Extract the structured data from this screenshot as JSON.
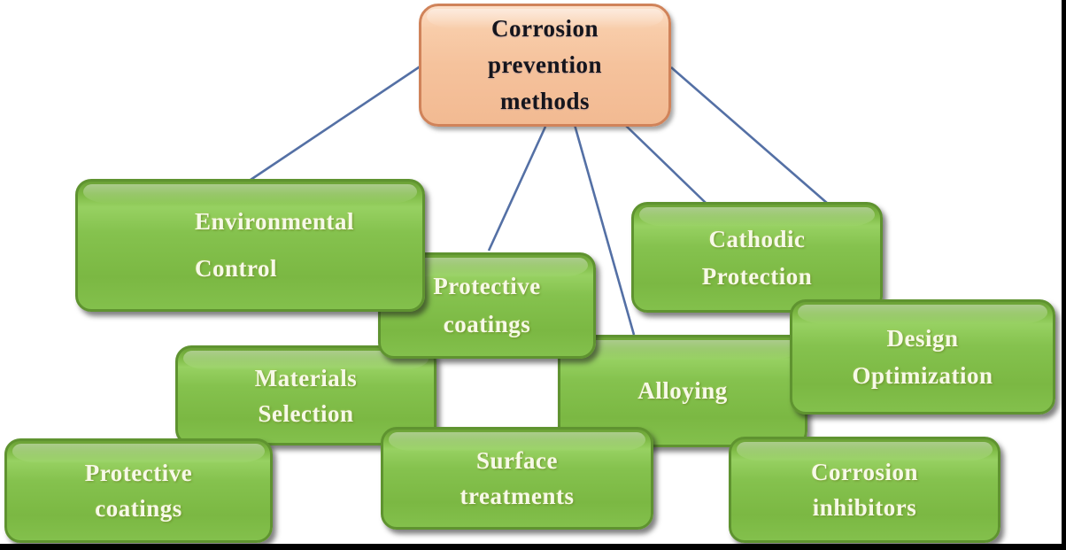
{
  "diagram": {
    "title": "Corrosion prevention methods",
    "root": {
      "id": "corrosion-prevention-methods",
      "lines": [
        "Corrosion",
        "prevention",
        "methods"
      ]
    },
    "nodes": [
      {
        "id": "environmental-control",
        "lines": [
          "Environmental",
          "Control"
        ]
      },
      {
        "id": "protective-coatings-upper",
        "lines": [
          "Protective",
          "coatings"
        ]
      },
      {
        "id": "cathodic-protection",
        "lines": [
          "Cathodic",
          "Protection"
        ]
      },
      {
        "id": "design-optimization",
        "lines": [
          "Design",
          "Optimization"
        ]
      },
      {
        "id": "materials-selection",
        "lines": [
          "Materials",
          "Selection"
        ]
      },
      {
        "id": "alloying",
        "lines": [
          "Alloying"
        ]
      },
      {
        "id": "surface-treatments",
        "lines": [
          "Surface",
          "treatments"
        ]
      },
      {
        "id": "protective-coatings-lower",
        "lines": [
          "Protective",
          "coatings"
        ]
      },
      {
        "id": "corrosion-inhibitors",
        "lines": [
          "Corrosion",
          "inhibitors"
        ]
      }
    ],
    "edges": [
      {
        "from": "corrosion-prevention-methods",
        "to": "environmental-control"
      },
      {
        "from": "corrosion-prevention-methods",
        "to": "protective-coatings-upper"
      },
      {
        "from": "corrosion-prevention-methods",
        "to": "alloying"
      },
      {
        "from": "corrosion-prevention-methods",
        "to": "cathodic-protection"
      },
      {
        "from": "corrosion-prevention-methods",
        "to": "design-optimization"
      }
    ],
    "colors": {
      "root_fill": "#f6c49f",
      "root_border": "#d0835a",
      "node_fill": "#7db944",
      "node_border": "#5f9330",
      "connector": "#5470a5",
      "text_light": "#f7f9e8",
      "text_dark": "#15151d"
    }
  }
}
